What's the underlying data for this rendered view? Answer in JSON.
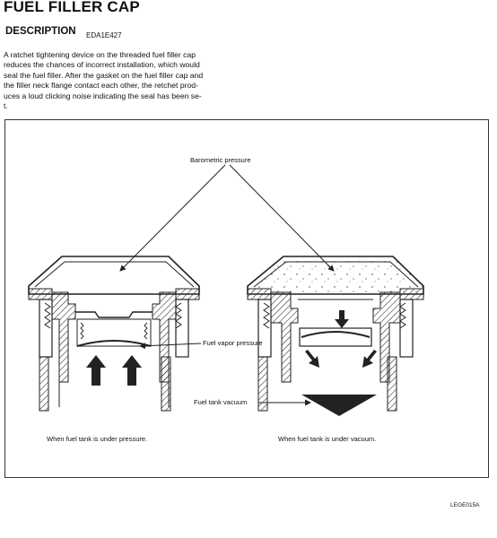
{
  "header": {
    "title": "FUEL FILLER CAP",
    "section": "DESCRIPTION",
    "code": "EDA1E427"
  },
  "description": [
    "A ratchet tightening device on the threaded fuel filler cap",
    "reduces the chances of incorrect installation, which would",
    "seal the fuel filler. After the gasket on the fuel filler cap and",
    "the filler neck flange contact each other, the retchet prod-",
    "uces a loud clicking noise indicating the seal has been se-",
    "t."
  ],
  "figure": {
    "labels": {
      "barometric": "Barometric pressure",
      "vapor": "Fuel vapor pressure",
      "vacuum": "Fuel tank vacuum",
      "left_caption": "When fuel tank is under pressure.",
      "right_caption": "When fuel tank is under  vacuum."
    },
    "code": "LEGE015A"
  }
}
